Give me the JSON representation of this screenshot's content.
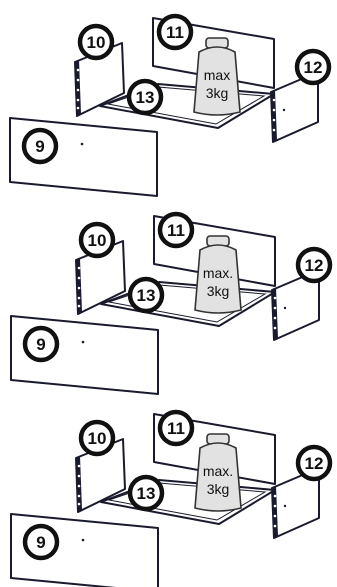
{
  "diagram": {
    "steps": [
      {
        "labels": {
          "side_left": "10",
          "back": "11",
          "side_right": "12",
          "bottom": "13",
          "front": "9"
        },
        "weight_line1": "max",
        "weight_line2": "3kg"
      },
      {
        "labels": {
          "side_left": "10",
          "back": "11",
          "side_right": "12",
          "bottom": "13",
          "front": "9"
        },
        "weight_line1": "max.",
        "weight_line2": "3kg"
      },
      {
        "labels": {
          "side_left": "10",
          "back": "11",
          "side_right": "12",
          "bottom": "13",
          "front": "9"
        },
        "weight_line1": "max.",
        "weight_line2": "3kg"
      }
    ]
  }
}
